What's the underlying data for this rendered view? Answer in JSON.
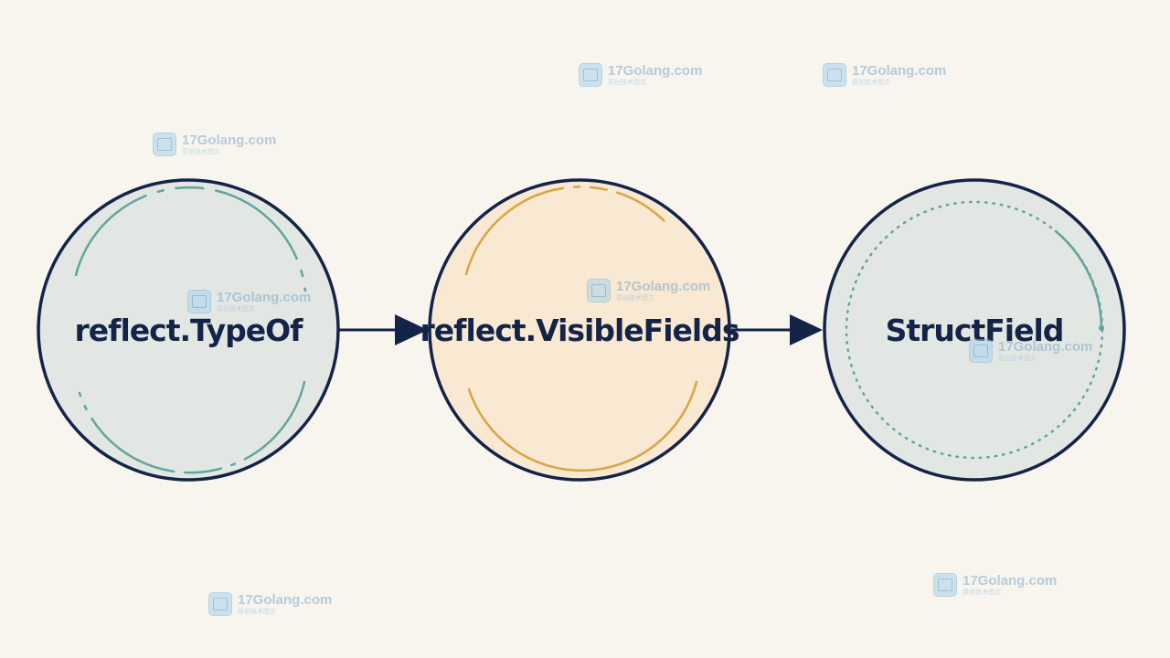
{
  "diagram": {
    "nodes": [
      {
        "id": "n1",
        "label": "reflect.TypeOf",
        "fill": "#e2e7e4",
        "accent": "#5fa69c"
      },
      {
        "id": "n2",
        "label": "reflect.VisibleFields",
        "fill": "#f9e8d2",
        "accent": "#d9a544"
      },
      {
        "id": "n3",
        "label": "StructField",
        "fill": "#e2e7e4",
        "accent": "#5fa69c"
      }
    ],
    "edge_color": "#142448",
    "circle_stroke": "#142448"
  },
  "watermark": {
    "domain": "17Golang.com",
    "subtitle": "原创技术图文"
  }
}
